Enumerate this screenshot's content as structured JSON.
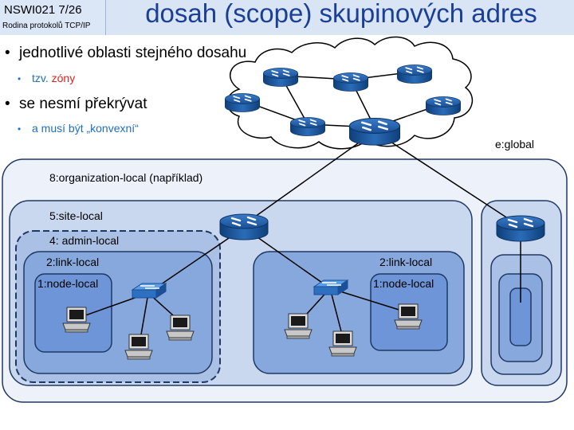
{
  "header": {
    "course": "NSWI021   7/26",
    "course_subtitle": "Rodina protokolů TCP/IP",
    "title": "dosah (scope) skupinových adres"
  },
  "bullets": [
    {
      "text": "jednotlivé oblasti stejného dosahu",
      "sub": {
        "prefix": "tzv. ",
        "highlight": "zóny"
      }
    },
    {
      "text": "se nesmí překrývat",
      "sub": {
        "prefix": "a musí být „konvexní“",
        "highlight": ""
      }
    }
  ],
  "scopes": {
    "global": "e:global",
    "organization": "8:organization-local (například)",
    "site": "5:site-local",
    "admin": "4: admin-local",
    "link_left": "2:link-local",
    "link_right": "2:link-local",
    "node_left": "1:node-local",
    "node_right": "1:node-local"
  },
  "colors": {
    "title": "#1a3f96",
    "highlight": "#e41e1e",
    "sub_text": "#1f6fbf",
    "zone_border": "#1f3864"
  }
}
